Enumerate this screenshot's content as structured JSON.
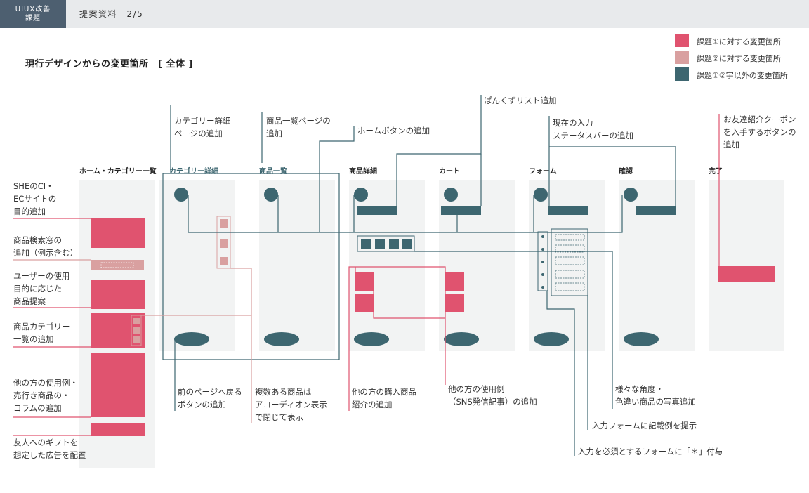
{
  "header": {
    "badge_line1": "UIUX改善",
    "badge_line2": "課題",
    "doc_title": "提案資料　2/5"
  },
  "page_title": "現行デザインからの変更箇所　[ 全体 ]",
  "colors": {
    "issue1": "#e0536f",
    "issue2": "#d9a0a0",
    "other": "#3d6670",
    "screen_bg": "#f2f3f3"
  },
  "legend": [
    {
      "label": "課題①に対する変更箇所",
      "color_key": "issue1"
    },
    {
      "label": "課題②に対する変更箇所",
      "color_key": "issue2"
    },
    {
      "label": "課題①②宇以外の変更箇所",
      "color_key": "other"
    }
  ],
  "screens": [
    {
      "label": "ホーム・カテゴリー一覧",
      "style": "normal"
    },
    {
      "label": "カテゴリー詳細",
      "style": "teal"
    },
    {
      "label": "商品一覧",
      "style": "teal"
    },
    {
      "label": "商品詳細",
      "style": "normal"
    },
    {
      "label": "カート",
      "style": "normal"
    },
    {
      "label": "フォーム",
      "style": "normal"
    },
    {
      "label": "確認",
      "style": "normal"
    },
    {
      "label": "完了",
      "style": "normal"
    }
  ],
  "annotations": {
    "left": [
      "SHEのCI・\nECサイトの\n目的追加",
      "商品検索窓の\n追加（例示含む）",
      "ユーザーの使用\n目的に応じた\n商品提案",
      "商品カテゴリー\n一覧の追加",
      "他の方の使用例・\n売行き商品の・\nコラムの追加",
      "友人へのギフトを\n想定した広告を配置"
    ],
    "top": [
      "カテゴリー詳細\nページの追加",
      "商品一覧ページの\n追加",
      "ホームボタンの追加",
      "ぱんくずリスト追加",
      "現在の入力\nステータスバーの追加",
      "お友達紹介クーポン\nを入手するボタンの\n追加"
    ],
    "bottom": [
      "前のページへ戻る\nボタンの追加",
      "複数ある商品は\nアコーディオン表示\nで閉じて表示",
      "他の方の購入商品\n紹介の追加",
      "他の方の使用例\n（SNS発信記事）の追加",
      "様々な角度・\n色違い商品の写真追加",
      "入力フォームに記載例を提示",
      "入力を必須とするフォームに「＊」付与"
    ]
  }
}
